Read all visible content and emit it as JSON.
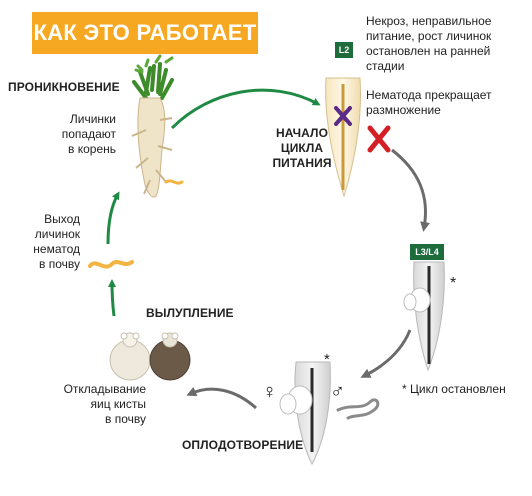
{
  "title": "КАК ЭТО РАБОТАЕТ",
  "stages": {
    "penetration": {
      "heading": "ПРОНИКНОВЕНИЕ",
      "text": [
        "Личинки",
        "попадают",
        "в корень"
      ]
    },
    "feeding": {
      "heading": [
        "НАЧАЛО",
        "ЦИКЛА",
        "ПИТАНИЯ"
      ],
      "badge": "L2"
    },
    "necrosis": {
      "text": [
        "Некроз, неправильное",
        "питание, рост личинок",
        "остановлен на ранней",
        "стадии"
      ],
      "text2": [
        "Нематода прекращает",
        "размножение"
      ]
    },
    "l3l4": {
      "badge": "L3/L4",
      "asterisk": "*"
    },
    "cycle_note": "* Цикл остановлен",
    "fertilization": {
      "heading": "ОПЛОДОТВОРЕНИЕ",
      "asterisk": "*",
      "female_symbol": "♀",
      "male_symbol": "♂"
    },
    "laying": {
      "text": [
        "Откладывание",
        "яиц кисты",
        "в почву"
      ]
    },
    "hatching": {
      "heading": "ВЫЛУПЛЕНИЕ"
    },
    "exit": {
      "text": [
        "Выход",
        "личинок",
        "нематод",
        "в почву"
      ]
    }
  },
  "colors": {
    "accent": "#f7a823",
    "green": "#1e6b3c",
    "arrow_green": "#1f8a43",
    "arrow_gray": "#6b6b6b",
    "red_x": "#d31f26",
    "purple_x": "#5b2a86"
  }
}
